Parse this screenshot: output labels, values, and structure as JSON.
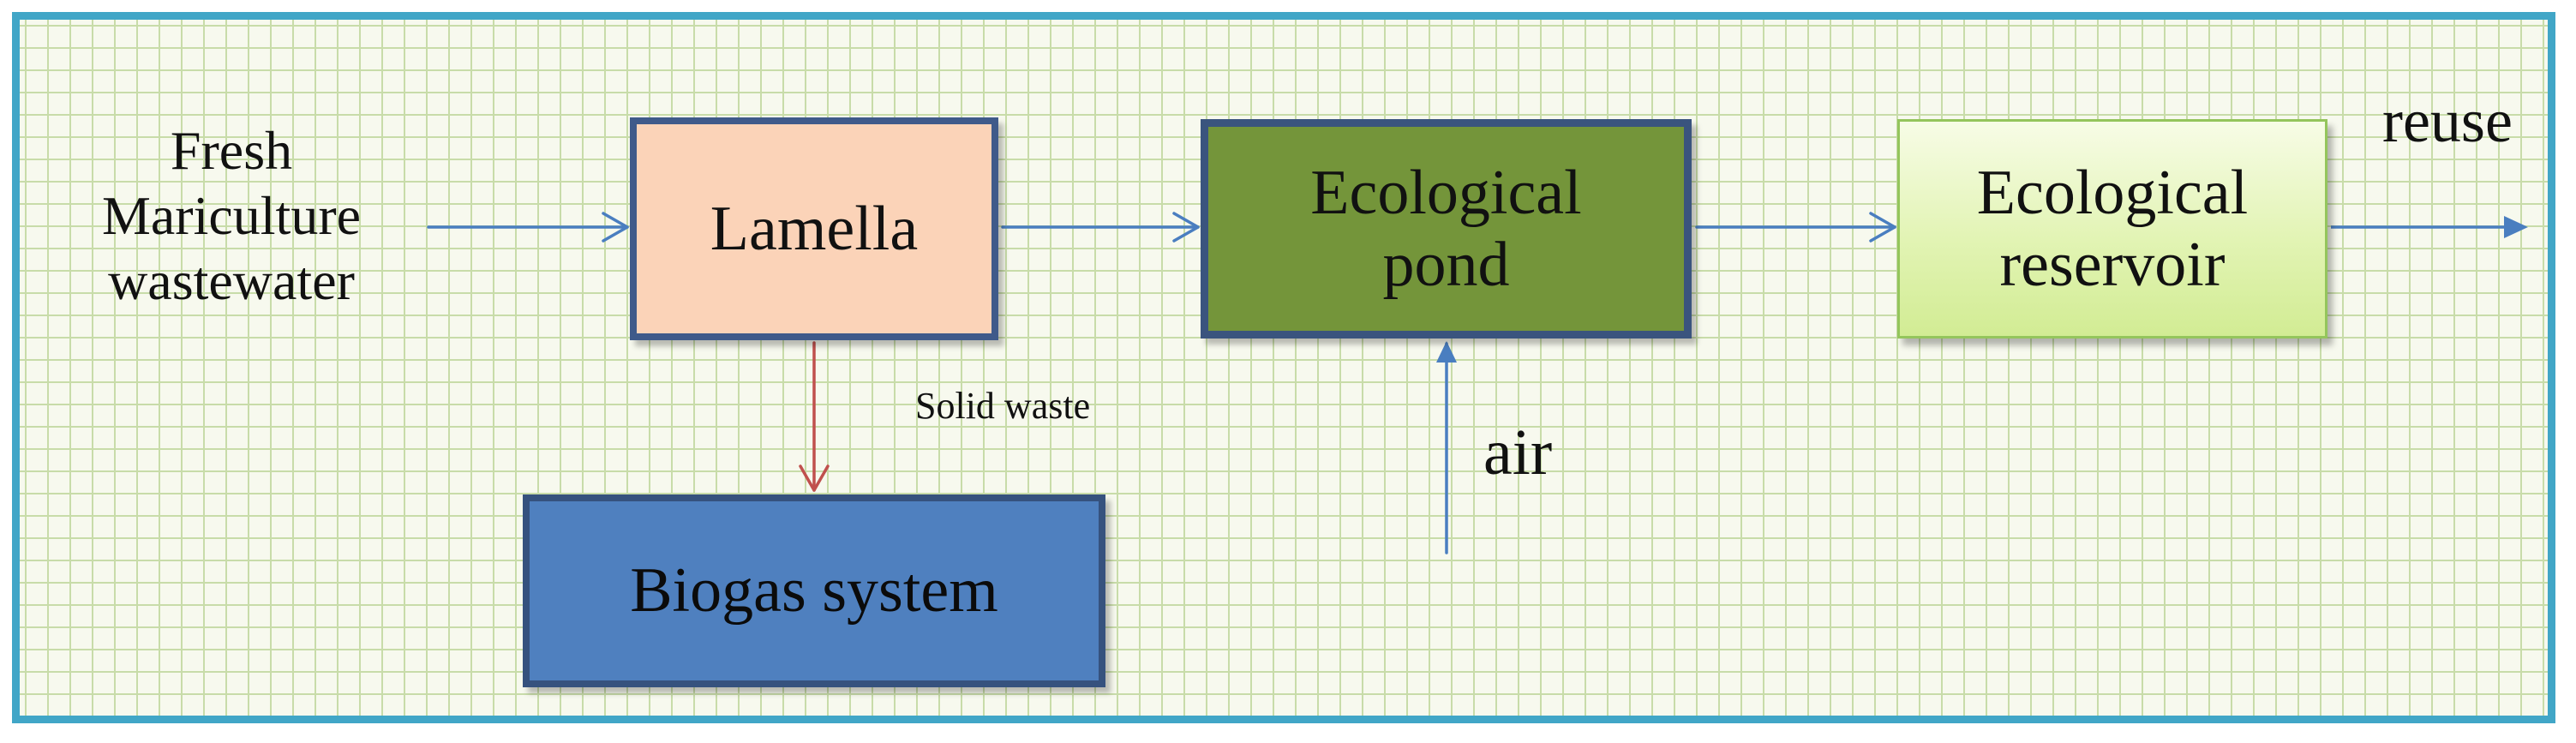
{
  "diagram": {
    "title": "",
    "nodes": {
      "input": "Fresh\nMariculture\nwastewater",
      "lamella": "Lamella",
      "pond": "Ecological\npond",
      "reservoir": "Ecological\nreservoir",
      "biogas": "Biogas system"
    },
    "edge_labels": {
      "solid_waste": "Solid waste",
      "air": "air",
      "reuse": "reuse"
    },
    "edges": [
      {
        "from": "input",
        "to": "lamella"
      },
      {
        "from": "lamella",
        "to": "pond"
      },
      {
        "from": "pond",
        "to": "reservoir"
      },
      {
        "from": "reservoir",
        "to": "reuse"
      },
      {
        "from": "lamella",
        "to": "biogas",
        "label": "Solid waste"
      },
      {
        "from": "air",
        "to": "pond"
      }
    ],
    "colors": {
      "frame_border": "#41a6c7",
      "grid_background": "#f7f9ee",
      "grid_lines": "#c8dca9",
      "lamella_fill": "#fbd3b8",
      "pond_fill": "#74953a",
      "reservoir_fill": "#e2f4b4",
      "biogas_fill": "#4f80bf",
      "box_border": "#3f5a8a",
      "flow_arrow": "#4a7ec0",
      "solid_waste_arrow": "#c0504d"
    }
  }
}
